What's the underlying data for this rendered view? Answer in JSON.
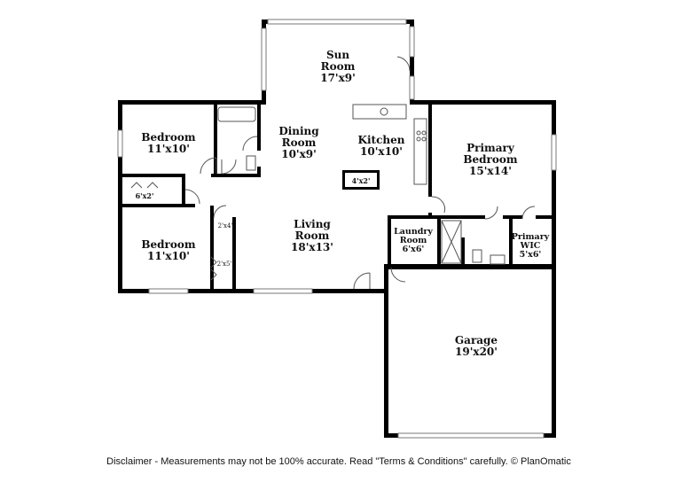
{
  "rooms": {
    "sun_room": {
      "name_line1": "Sun",
      "name_line2": "Room",
      "dims": "17'x9'"
    },
    "dining_room": {
      "name_line1": "Dining",
      "name_line2": "Room",
      "dims": "10'x9'"
    },
    "kitchen": {
      "name": "Kitchen",
      "dims": "10'x10'"
    },
    "primary_bedroom": {
      "name_line1": "Primary",
      "name_line2": "Bedroom",
      "dims": "15'x14'"
    },
    "bedroom_1": {
      "name": "Bedroom",
      "dims": "11'x10'"
    },
    "bedroom_2": {
      "name": "Bedroom",
      "dims": "11'x10'"
    },
    "living_room": {
      "name_line1": "Living",
      "name_line2": "Room",
      "dims": "18'x13'"
    },
    "laundry_room": {
      "name_line1": "Laundry",
      "name_line2": "Room",
      "dims": "6'x6'"
    },
    "primary_wic": {
      "name_line1": "Primary",
      "name_line2": "WIC",
      "dims": "5'x6'"
    },
    "garage": {
      "name": "Garage",
      "dims": "19'x20'"
    }
  },
  "closets": {
    "closet_6x2": "6'x2'",
    "island_4x2": "4'x2'",
    "closet_2x4": "2'x4'",
    "closet_2x5": "2'x5'"
  },
  "disclaimer": "Disclaimer - Measurements may not be 100% accurate. Read \"Terms & Conditions\" carefully. © PlanOmatic"
}
